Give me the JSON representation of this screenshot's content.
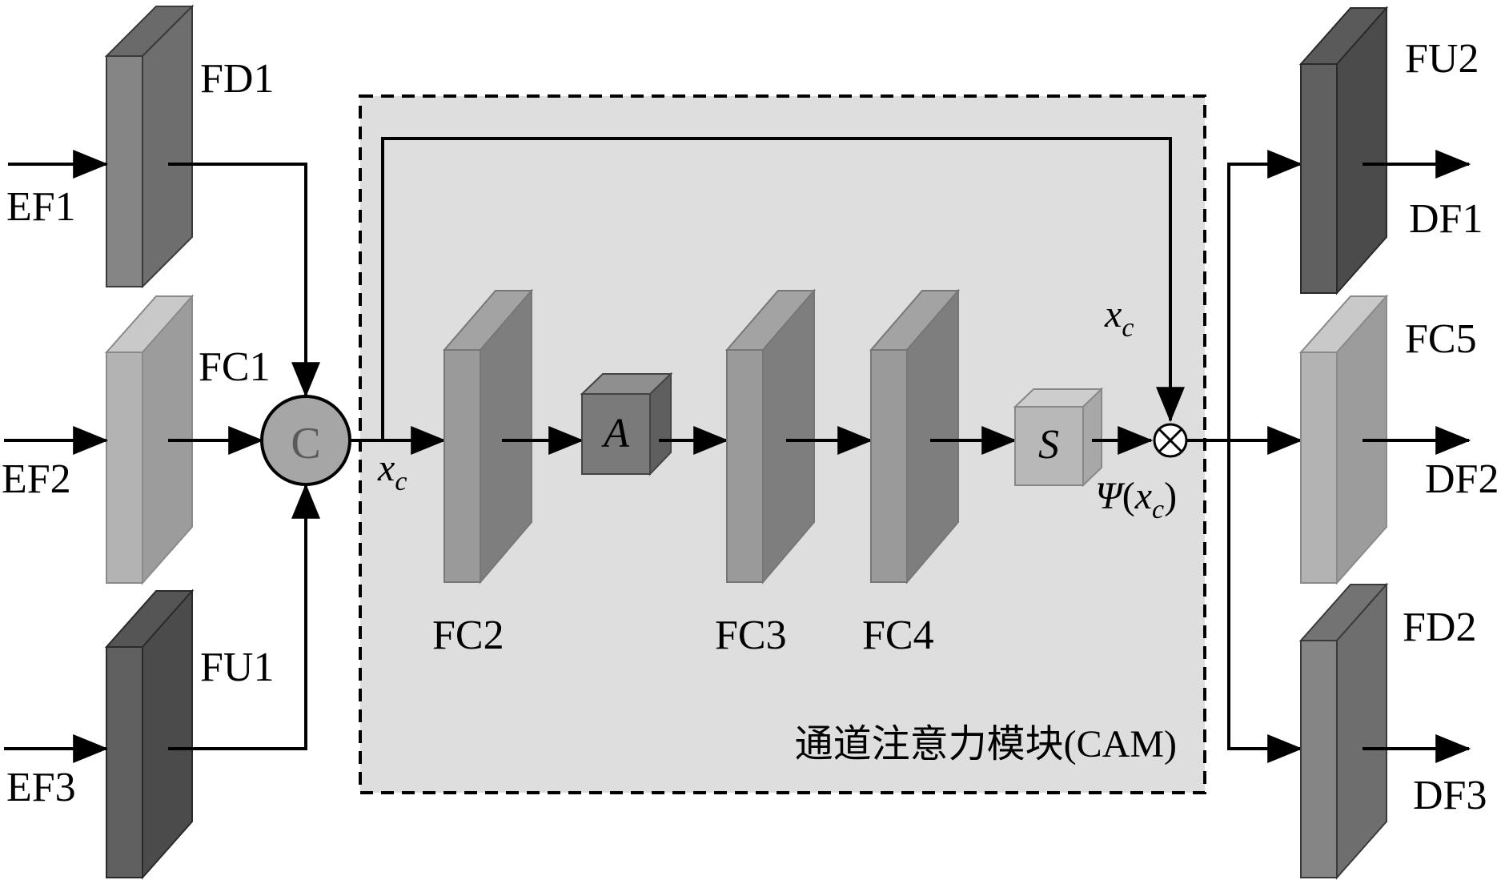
{
  "colors": {
    "light_block_front": "#b3b3b3",
    "light_block_side": "#9c9c9c",
    "mid_block_front": "#858585",
    "mid_block_side": "#6e6e6e",
    "dark_block_front": "#606060",
    "dark_block_side": "#4b4b4b",
    "module_fill": "#dedede",
    "concat_fill": "#a6a6a6"
  },
  "inputs": {
    "ef1": "EF1",
    "ef2": "EF2",
    "ef3": "EF3"
  },
  "blocks": {
    "fd1": "FD1",
    "fc1": "FC1",
    "fu1": "FU1",
    "fc2": "FC2",
    "fc3": "FC3",
    "fc4": "FC4",
    "fu2": "FU2",
    "fc5": "FC5",
    "fd2": "FD2"
  },
  "concat_symbol": "C",
  "ops": {
    "a": "A",
    "s": "S",
    "multiply": "⊗"
  },
  "signals": {
    "x": "x",
    "c": "c",
    "psi": "Ψ",
    "open_paren": "(",
    "close_paren": ")"
  },
  "outputs": {
    "df1": "DF1",
    "df2": "DF2",
    "df3": "DF3"
  },
  "module_label": "通道注意力模块(CAM)"
}
